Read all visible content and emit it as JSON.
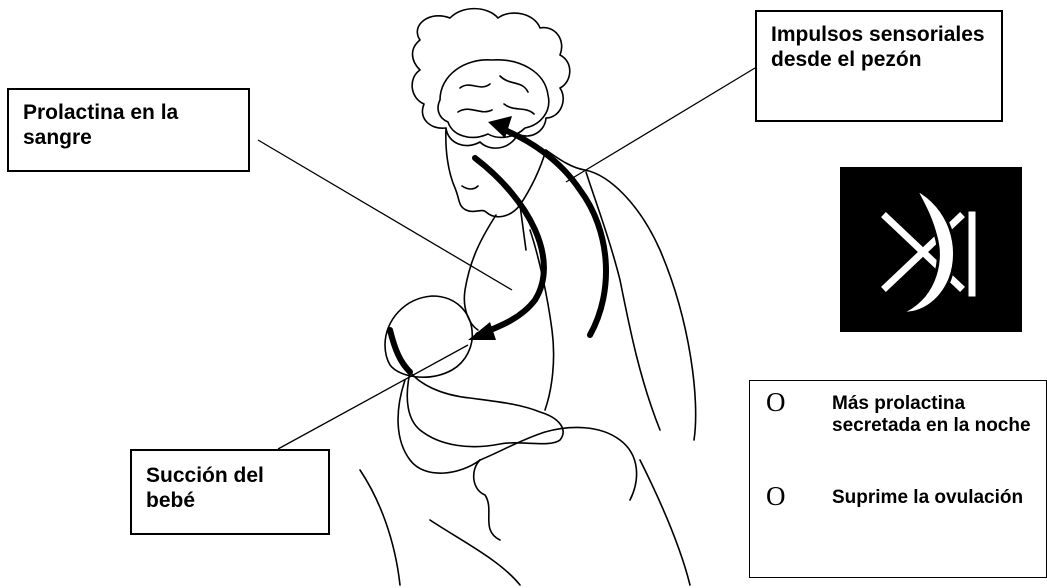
{
  "labels": {
    "prolactin_in_blood": "Prolactina en la sangre",
    "sensory_impulses": "Impulsos sensoriales desde el pezón",
    "baby_suction": "Succión del bebé"
  },
  "effects": {
    "bullet_glyph": "O",
    "items": [
      "Más prolactina secretada en la noche",
      "Suprime la ovulación"
    ]
  },
  "icons": {
    "night_symbol": "moon-icon"
  },
  "colors": {
    "line": "#000000",
    "background": "#ffffff",
    "symbol_bg": "#000000",
    "symbol_fg": "#ffffff"
  }
}
